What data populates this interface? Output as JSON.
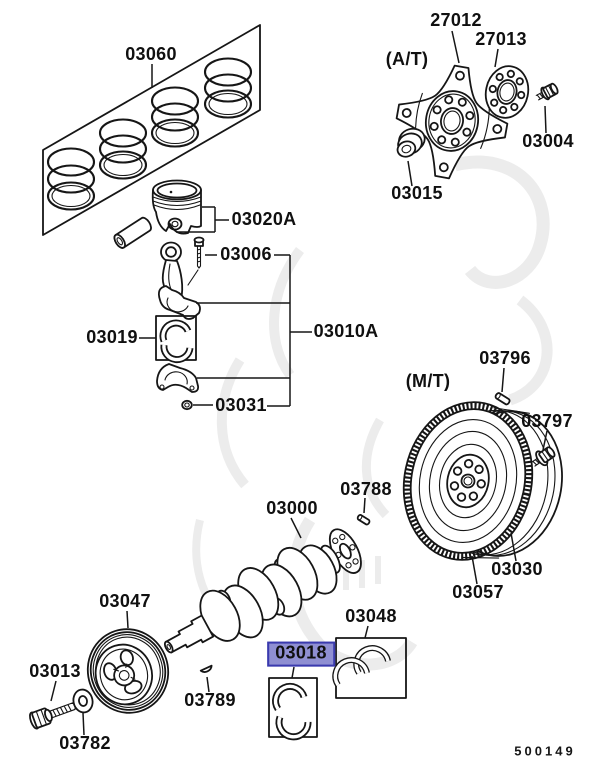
{
  "page": {
    "background": "#ffffff",
    "line_color": "#161616",
    "watermark_color": "#ececec"
  },
  "highlight": {
    "highlighted_part": "03018",
    "fill": "#8f8fd2",
    "border": "#3a3aae"
  },
  "diagram_code": "500149",
  "labels": {
    "p03060": {
      "text": "03060"
    },
    "p27012": {
      "text": "27012"
    },
    "p27013": {
      "text": "27013"
    },
    "at": {
      "text": "(A/T)"
    },
    "p03004": {
      "text": "03004"
    },
    "p03015": {
      "text": "03015"
    },
    "p03020A": {
      "text": "03020A"
    },
    "p03006": {
      "text": "03006"
    },
    "p03019": {
      "text": "03019"
    },
    "p03010A": {
      "text": "03010A"
    },
    "p03031": {
      "text": "03031"
    },
    "p03796": {
      "text": "03796"
    },
    "mt": {
      "text": "(M/T)"
    },
    "p03797": {
      "text": "03797"
    },
    "p03788": {
      "text": "03788"
    },
    "p03000": {
      "text": "03000"
    },
    "p03030": {
      "text": "03030"
    },
    "p03057": {
      "text": "03057"
    },
    "p03047": {
      "text": "03047"
    },
    "p03048": {
      "text": "03048"
    },
    "p03013": {
      "text": "03013"
    },
    "p03018": {
      "text": "03018"
    },
    "p03789": {
      "text": "03789"
    },
    "p03782": {
      "text": "03782"
    }
  }
}
